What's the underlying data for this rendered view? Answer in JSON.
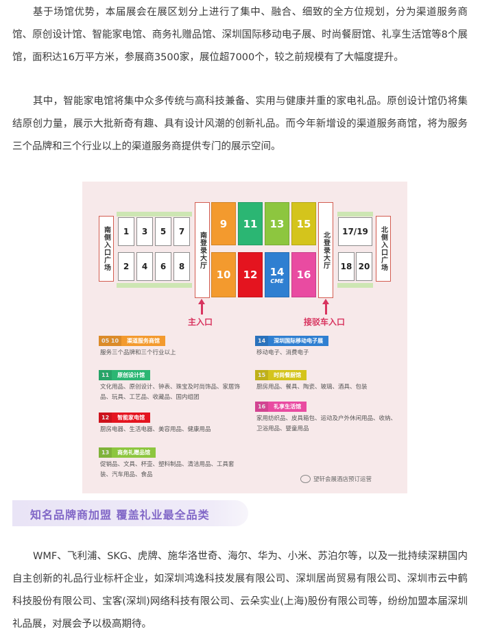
{
  "paragraphs": {
    "p1": "基于场馆优势，本届展会在展区划分上进行了集中、融合、细致的全方位规划，分为渠道服务商馆、原创设计馆、智能家电馆、商务礼赠品馆、深圳国际移动电子展、时尚餐厨馆、礼享生活馆等8个展馆，面积达16万平方米，参展商3500家，展位超7000个，较之前规模有了大幅度提升。",
    "p2": "其中，智能家电馆将集中众多传统与高科技兼备、实用与健康并重的家电礼品。原创设计馆仍将集结原创力量，展示大批新奇有趣、具有设计风潮的创新礼品。而今年新增设的渠道服务商馆，将为服务三个品牌和三个行业以上的渠道服务商提供专门的展示空间。",
    "p3": "WMF、飞利浦、SKG、虎牌、施华洛世奇、海尔、华为、小米、苏泊尔等，以及一批持续深耕国内自主创新的礼品行业标杆企业，如深圳鸿逸科技发展有限公司、深圳居尚贸易有限公司、深圳市云中鹤科技股份有限公司、宝客(深圳)网络科技有限公司、云朵实业(上海)股份有限公司等，纷纷加盟本届深圳礼品展，对展会予以极高期待。"
  },
  "map": {
    "left_halls_top": [
      "1",
      "3",
      "5",
      "7"
    ],
    "left_halls_bottom": [
      "2",
      "4",
      "6",
      "8"
    ],
    "center_top": [
      {
        "label": "9",
        "color": "#f39a2e"
      },
      {
        "label": "11",
        "color": "#2bb673"
      },
      {
        "label": "13",
        "color": "#8dc63f"
      },
      {
        "label": "15",
        "color": "#d4c41c"
      }
    ],
    "center_bottom": [
      {
        "label": "10",
        "color": "#f39a2e"
      },
      {
        "label": "12",
        "color": "#e4141f"
      },
      {
        "label": "14",
        "color": "#2f7fd1"
      },
      {
        "label": "16",
        "color": "#e94ba1"
      }
    ],
    "cme": "CME",
    "right_halls_top": "17/19",
    "right_halls_bottom": [
      "18",
      "20"
    ],
    "south_plaza": "南侧入口广场",
    "south_lobby": "南登录大厅",
    "north_lobby": "北登录大厅",
    "north_plaza": "北侧入口广场",
    "main_entrance": "主入口",
    "shuttle_entrance": "接驳车入口",
    "legend": [
      {
        "num": "05 10",
        "name": "渠道服务商馆",
        "color": "#f39a2e",
        "desc": "服务三个品牌和三个行业以上"
      },
      {
        "num": "11",
        "name": "原创设计馆",
        "color": "#2bb673",
        "desc": "文化用品、原创设计、钟表、珠宝及时尚饰品、家居饰品、玩具、工艺品、收藏品、国内组团"
      },
      {
        "num": "12",
        "name": "智能家电馆",
        "color": "#e4141f",
        "desc": "厨房电器、生活电器、美容用品、健康用品"
      },
      {
        "num": "13",
        "name": "商务礼赠品馆",
        "color": "#8dc63f",
        "desc": "促销品、文具、杯壶、塑料制品、清洁用品、工具套装、汽车用品、食品"
      },
      {
        "num": "14",
        "name": "深圳国际移动电子展",
        "color": "#2f7fd1",
        "desc": "移动电子、消费电子"
      },
      {
        "num": "15",
        "name": "时尚餐厨馆",
        "color": "#d4c41c",
        "desc": "厨房用品、餐具、陶瓷、玻璃、酒具、包装"
      },
      {
        "num": "16",
        "name": "礼享生活馆",
        "color": "#e94ba1",
        "desc": "家用纺织品、皮具箱包、运动及户外休闲用品、收纳、卫浴用品、婴童用品"
      }
    ],
    "watermark": "望轩会展酒店预订运营"
  },
  "banner": {
    "text": "知名品牌商加盟 覆盖礼业最全品类"
  }
}
